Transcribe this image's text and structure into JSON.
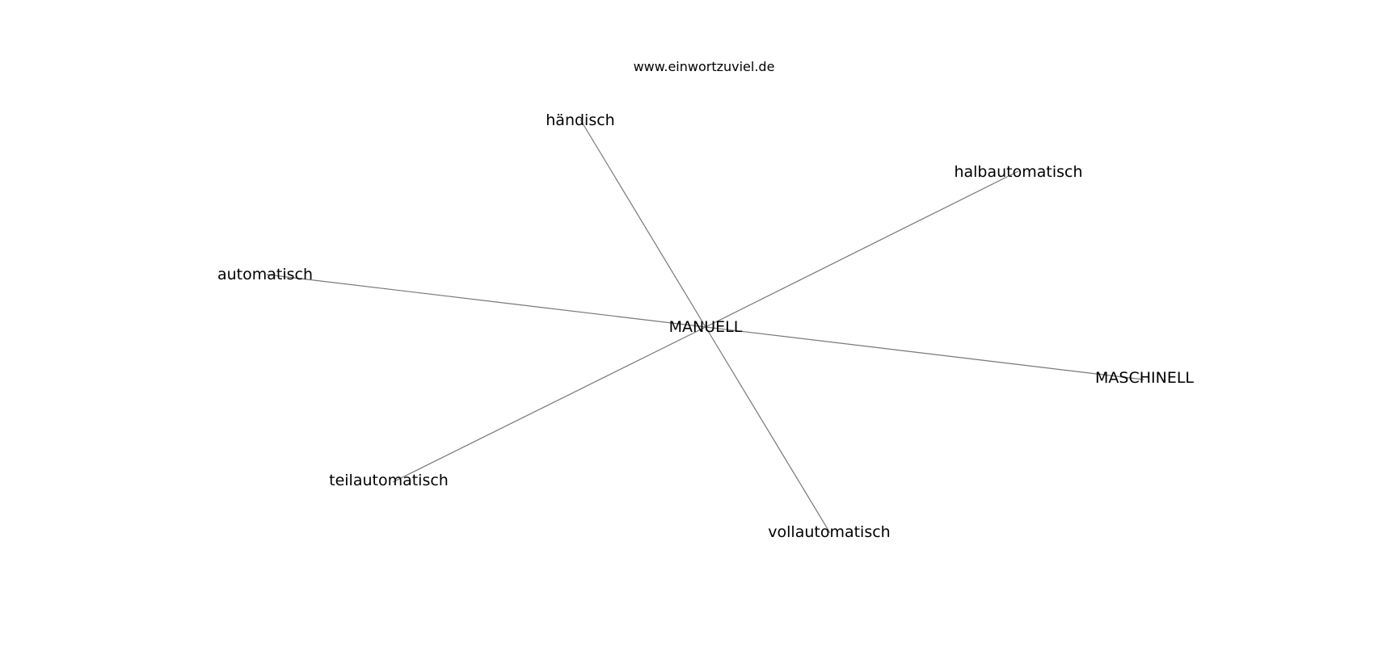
{
  "source": "www.einwortzuviel.de",
  "center": {
    "id": "manuell",
    "label": "MANUELL"
  },
  "nodes": [
    {
      "id": "haendisch",
      "label": "händisch"
    },
    {
      "id": "halbautomatisch",
      "label": "halbautomatisch"
    },
    {
      "id": "automatisch",
      "label": "automatisch"
    },
    {
      "id": "maschinell",
      "label": "MASCHINELL"
    },
    {
      "id": "teilautomatisch",
      "label": "teilautomatisch"
    },
    {
      "id": "vollautomatisch",
      "label": "vollautomatisch"
    }
  ],
  "edges": [
    {
      "from": "manuell",
      "to": "haendisch"
    },
    {
      "from": "manuell",
      "to": "halbautomatisch"
    },
    {
      "from": "manuell",
      "to": "automatisch"
    },
    {
      "from": "manuell",
      "to": "maschinell"
    },
    {
      "from": "manuell",
      "to": "teilautomatisch"
    },
    {
      "from": "manuell",
      "to": "vollautomatisch"
    }
  ],
  "colors": {
    "edge": "#777777",
    "text": "#000000",
    "background": "#ffffff"
  }
}
